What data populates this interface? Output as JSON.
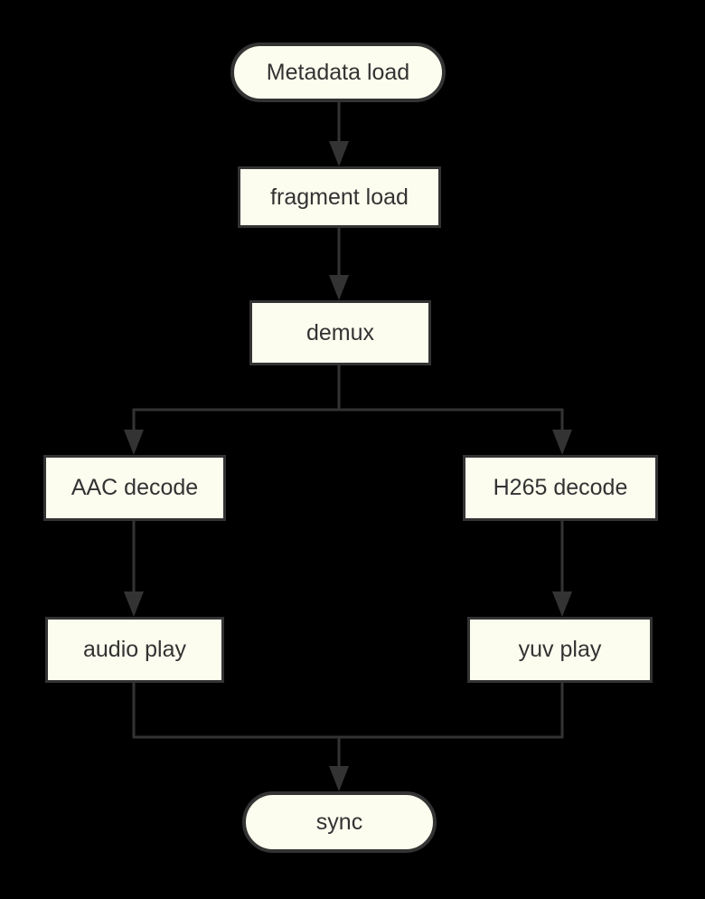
{
  "colors": {
    "background": "#000000",
    "node_fill": "#FDFDEF",
    "node_border": "#333333",
    "line_color": "#333333",
    "text_color": "#333333"
  },
  "diagram": {
    "type": "flowchart",
    "direction": "top-down",
    "nodes": [
      {
        "id": "metadata_load",
        "label": "Metadata load",
        "shape": "stadium"
      },
      {
        "id": "fragment_load",
        "label": "fragment load",
        "shape": "rect"
      },
      {
        "id": "demux",
        "label": "demux",
        "shape": "rect"
      },
      {
        "id": "aac_decode",
        "label": "AAC decode",
        "shape": "rect"
      },
      {
        "id": "h265_decode",
        "label": "H265 decode",
        "shape": "rect"
      },
      {
        "id": "audio_play",
        "label": "audio play",
        "shape": "rect"
      },
      {
        "id": "yuv_play",
        "label": "yuv play",
        "shape": "rect"
      },
      {
        "id": "sync",
        "label": "sync",
        "shape": "stadium"
      }
    ],
    "edges": [
      {
        "from": "metadata_load",
        "to": "fragment_load"
      },
      {
        "from": "fragment_load",
        "to": "demux"
      },
      {
        "from": "demux",
        "to": "aac_decode"
      },
      {
        "from": "demux",
        "to": "h265_decode"
      },
      {
        "from": "aac_decode",
        "to": "audio_play"
      },
      {
        "from": "h265_decode",
        "to": "yuv_play"
      },
      {
        "from": "audio_play",
        "to": "sync"
      },
      {
        "from": "yuv_play",
        "to": "sync"
      }
    ]
  }
}
